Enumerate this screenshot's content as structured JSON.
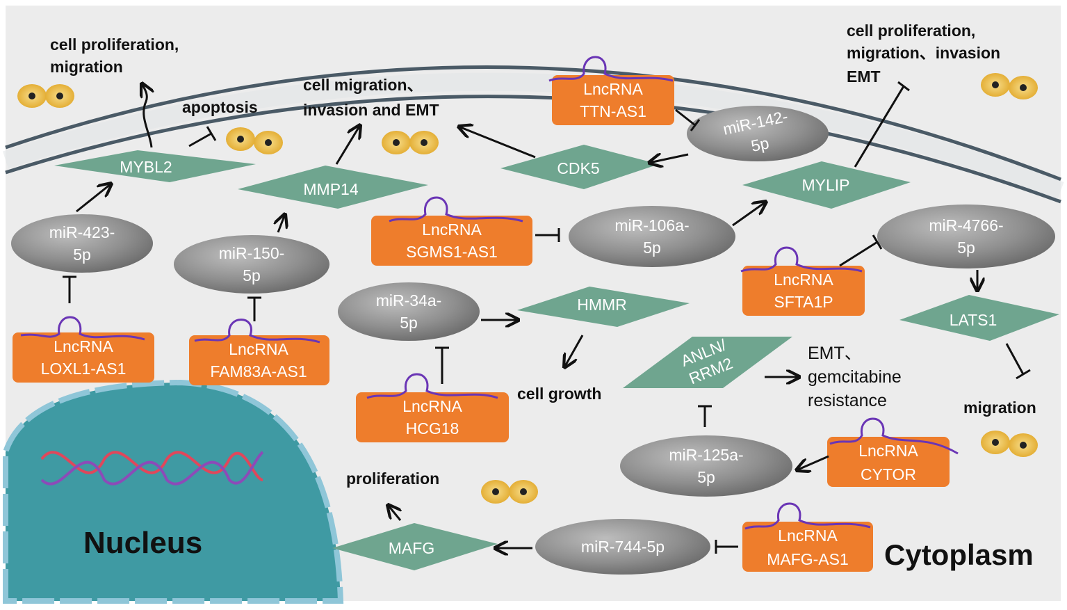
{
  "labels": {
    "nucleus": "Nucleus",
    "cytoplasm": "Cytoplasm"
  },
  "targets": {
    "mybl2": "MYBL2",
    "mmp14": "MMP14",
    "cdk5": "CDK5",
    "mylip": "MYLIP",
    "hmmr": "HMMR",
    "anln_rrm2": [
      "ANLN/",
      "RRM2"
    ],
    "lats1": "LATS1",
    "mafg": "MAFG"
  },
  "mirnas": {
    "mir423": [
      "miR-423-",
      "5p"
    ],
    "mir150": [
      "miR-150-",
      "5p"
    ],
    "mir142": [
      "miR-142-",
      "5p"
    ],
    "mir106a": [
      "miR-106a-",
      "5p"
    ],
    "mir4766": [
      "miR-4766-",
      "5p"
    ],
    "mir34a": [
      "miR-34a-",
      "5p"
    ],
    "mir125a": [
      "miR-125a-",
      "5p"
    ],
    "mir744": "miR-744-5p"
  },
  "lncrnas": {
    "loxl1": [
      "LncRNA",
      "LOXL1-AS1"
    ],
    "fam83a": [
      "LncRNA",
      "FAM83A-AS1"
    ],
    "ttn": [
      "LncRNA",
      "TTN-AS1"
    ],
    "sgms1": [
      "LncRNA",
      "SGMS1-AS1"
    ],
    "sfta1p": [
      "LncRNA",
      "SFTA1P"
    ],
    "hcg18": [
      "LncRNA",
      "HCG18"
    ],
    "cytor": [
      "LncRNA",
      "CYTOR"
    ],
    "mafg_as1": [
      "LncRNA",
      "MAFG-AS1"
    ]
  },
  "outcomes": {
    "prolif_migration": [
      "cell proliferation,",
      "migration"
    ],
    "apoptosis": "apoptosis",
    "migration_invasion_emt": [
      "cell migration、",
      "invasion and EMT"
    ],
    "prolif_migration_invasion_emt": [
      "cell proliferation,",
      "migration、invasion",
      "EMT"
    ],
    "cell_growth": "cell growth",
    "emt_gemcitabine": [
      "EMT、",
      "gemcitabine",
      "resistance"
    ],
    "migration": "migration",
    "proliferation": "proliferation"
  },
  "colors": {
    "background": "#ececec",
    "membrane": "#4a5a66",
    "diamond": "#6fa58f",
    "ellipse": "#8d8d8d",
    "lncrna": "#ee7d2c",
    "rna_strand": "#6a35b5",
    "nucleus": "#3f9aa3",
    "dna_red": "#e0475b",
    "dna_purple": "#8c4bb8",
    "cell": "#e9b73a"
  }
}
